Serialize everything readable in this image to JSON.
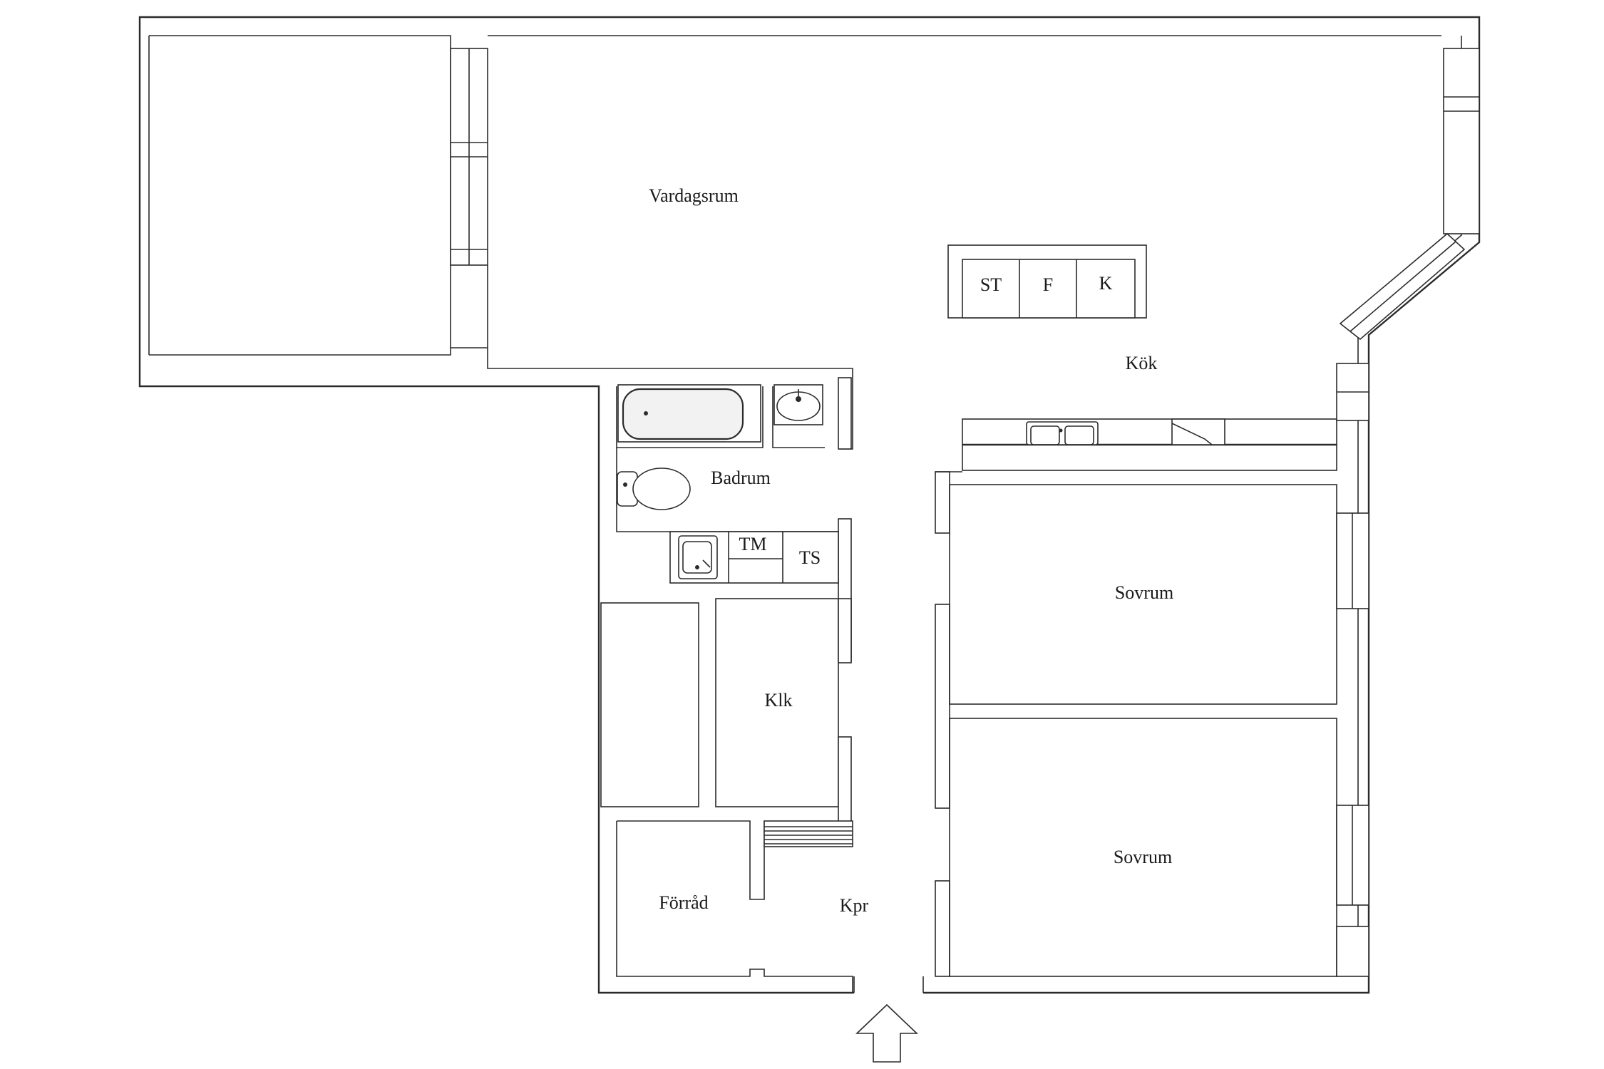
{
  "rooms": {
    "living": "Vardagsrum",
    "kitchen": "Kök",
    "bathroom": "Badrum",
    "bedroom_1": "Sovrum",
    "bedroom_2": "Sovrum",
    "walk_in_closet": "Klk",
    "storage": "Förråd",
    "hallway": "Kpr"
  },
  "appliances": {
    "stove": "ST",
    "freezer": "F",
    "fridge": "K",
    "washer": "TM",
    "dryer": "TS"
  },
  "icons": {
    "entrance": "entrance-arrow-icon",
    "bathtub": "bathtub-icon",
    "toilet": "toilet-icon",
    "basin": "sink-icon",
    "kitchen_sink": "double-sink-icon",
    "utility_sink": "utility-sink-icon",
    "radiator": "radiator-icon"
  }
}
